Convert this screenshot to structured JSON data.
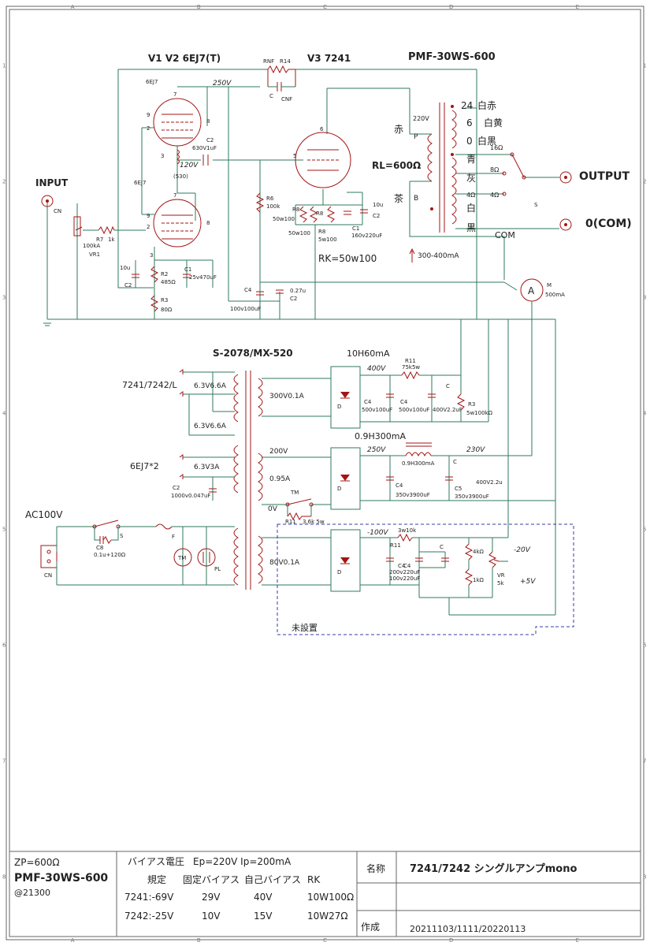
{
  "titles": {
    "tubes": "V1 V2 6EJ7(T)",
    "v3": "V3 7241",
    "opt": "PMF-30WS-600",
    "ptrans": "S-2078/MX-520",
    "choke1": "10H60mA",
    "choke2": "0.9H300mA",
    "unused": "未設置"
  },
  "labels": {
    "input": "INPUT",
    "output": "OUTPUT",
    "com": "0(COM)",
    "com_tap": "COM",
    "ac100": "AC100V",
    "rl": "RL=600Ω",
    "rk": "RK=50w100",
    "current": "300-400mA",
    "voltage_250": "250V",
    "voltage_120": "120V",
    "voltage_400": "400V",
    "voltage_250b": "250V",
    "voltage_230": "230V",
    "voltage_m100": "-100V",
    "voltage_m20": "-20V",
    "voltage_p5": "+5V",
    "v220": "220V",
    "akai": "赤",
    "cha": "茶",
    "p": "P",
    "bb": "B",
    "tap24": "24",
    "tap6": "6",
    "tap0": "0",
    "shiroaka": "白赤",
    "shirokiiro": "白黄",
    "shirokuro": "白黒",
    "ao": "青",
    "hai": "灰",
    "shiro": "白",
    "kuro": "黒",
    "o16": "16Ω",
    "o8": "8Ω",
    "o4a": "4Ω",
    "o4b": "4Ω",
    "s": "S",
    "h_7241": "7241/7242/L",
    "h_6ej7": "6EJ7*2",
    "h1": "6.3V6.6A",
    "h2": "6.3V6.6A",
    "h3": "6.3V3A",
    "sec300": "300V0.1A",
    "sec200": "200V",
    "sec095": "0.95A",
    "sec0v": "0V",
    "sec80": "80V0.1A",
    "d": "D",
    "cn": "CN",
    "vr1": "VR1",
    "r7": "R7",
    "r7v": "1k",
    "vr1v": "100kA",
    "ej7a": "6EJ7",
    "ej7b": "6EJ7",
    "pin7": "7",
    "pin9": "9",
    "pin2": "2",
    "pin3": "3",
    "pin8": "8",
    "pin6": "6",
    "pin5": "5",
    "c2": "C2",
    "c2v": "630V1uF",
    "s530": "(530)",
    "r6": "R6",
    "r6v": "100k",
    "r8": "R8",
    "r8v": "50w100",
    "r8b": "R8",
    "r8bv": "5w100",
    "c1": "C1",
    "c1v": "160v220uF",
    "c10u": "10u",
    "rnf": "RNF",
    "r14": "R14",
    "cc": "C",
    "cnf": "CNF",
    "c10u2": "10u",
    "c2b": "C2",
    "c1b": "C1",
    "c1bv": "25v470uF",
    "r2": "R2",
    "r2v": "485Ω",
    "r3": "R3",
    "r3v": "80Ω",
    "c4": "C4",
    "c4v": "100v100uF",
    "c027": "0.27u",
    "c2c": "C2",
    "m": "M",
    "mv": "500mA",
    "a": "A",
    "r11": "R11",
    "r11v": "75k5w",
    "c4a": "C4",
    "c4av": "500v100uF",
    "c4b": "C4",
    "c4bv": "500v100uF",
    "cx": "C",
    "cxv": "400V2.2uF",
    "r3b": "R3",
    "r3bv": "5w100kΩ",
    "l2": "0.9H300mA",
    "c4c": "C4",
    "c4cv": "350v3900uF",
    "c5": "C5",
    "c5v": "350v3900uF",
    "cy": "C",
    "cyv": "400V2.2u",
    "c2d": "C2",
    "c2dv": "1000v0.047uF",
    "tm": "TM",
    "r11b": "R11",
    "r11bv": "3.6k 5w",
    "c8": "C8",
    "c8v": "0.1u+120Ω",
    "sw": "S",
    "f": "F",
    "tmb": "TM",
    "pl": "PL",
    "r11c": "R11",
    "r3w10k": "3w10k",
    "c4d": "C4",
    "c4dv": "200v220uF",
    "c4e": "C4",
    "c4ev": "100v220uF",
    "cz": "C",
    "k4": "4kΩ",
    "k1": "1kΩ",
    "vr": "VR",
    "vrv": "5k",
    "cn2": "CN"
  },
  "bottom": {
    "zp": "ZP=600Ω",
    "model": "PMF-30WS-600",
    "price": "@21300",
    "bias_title": "バイアス電圧",
    "bias_cond": "Ep=220V  Ip=200mA",
    "h_kitei": "規定",
    "h_fixed": "固定バイアス",
    "h_self": "自己バイアス",
    "h_rk": "RK",
    "row1": [
      "7241:-69V",
      "29V",
      "40V",
      "10W100Ω"
    ],
    "row2": [
      "7242:-25V",
      "10V",
      "15V",
      "10W27Ω"
    ],
    "name_label": "名称",
    "name_value": "7241/7242 シングルアンプmono",
    "made_label": "作成",
    "made_value": "20211103/1111/20220113"
  },
  "grid": {
    "cols": [
      "A",
      "B",
      "C",
      "D",
      "E"
    ],
    "rows": [
      "1",
      "2",
      "3",
      "4",
      "5",
      "6",
      "7",
      "8"
    ]
  }
}
